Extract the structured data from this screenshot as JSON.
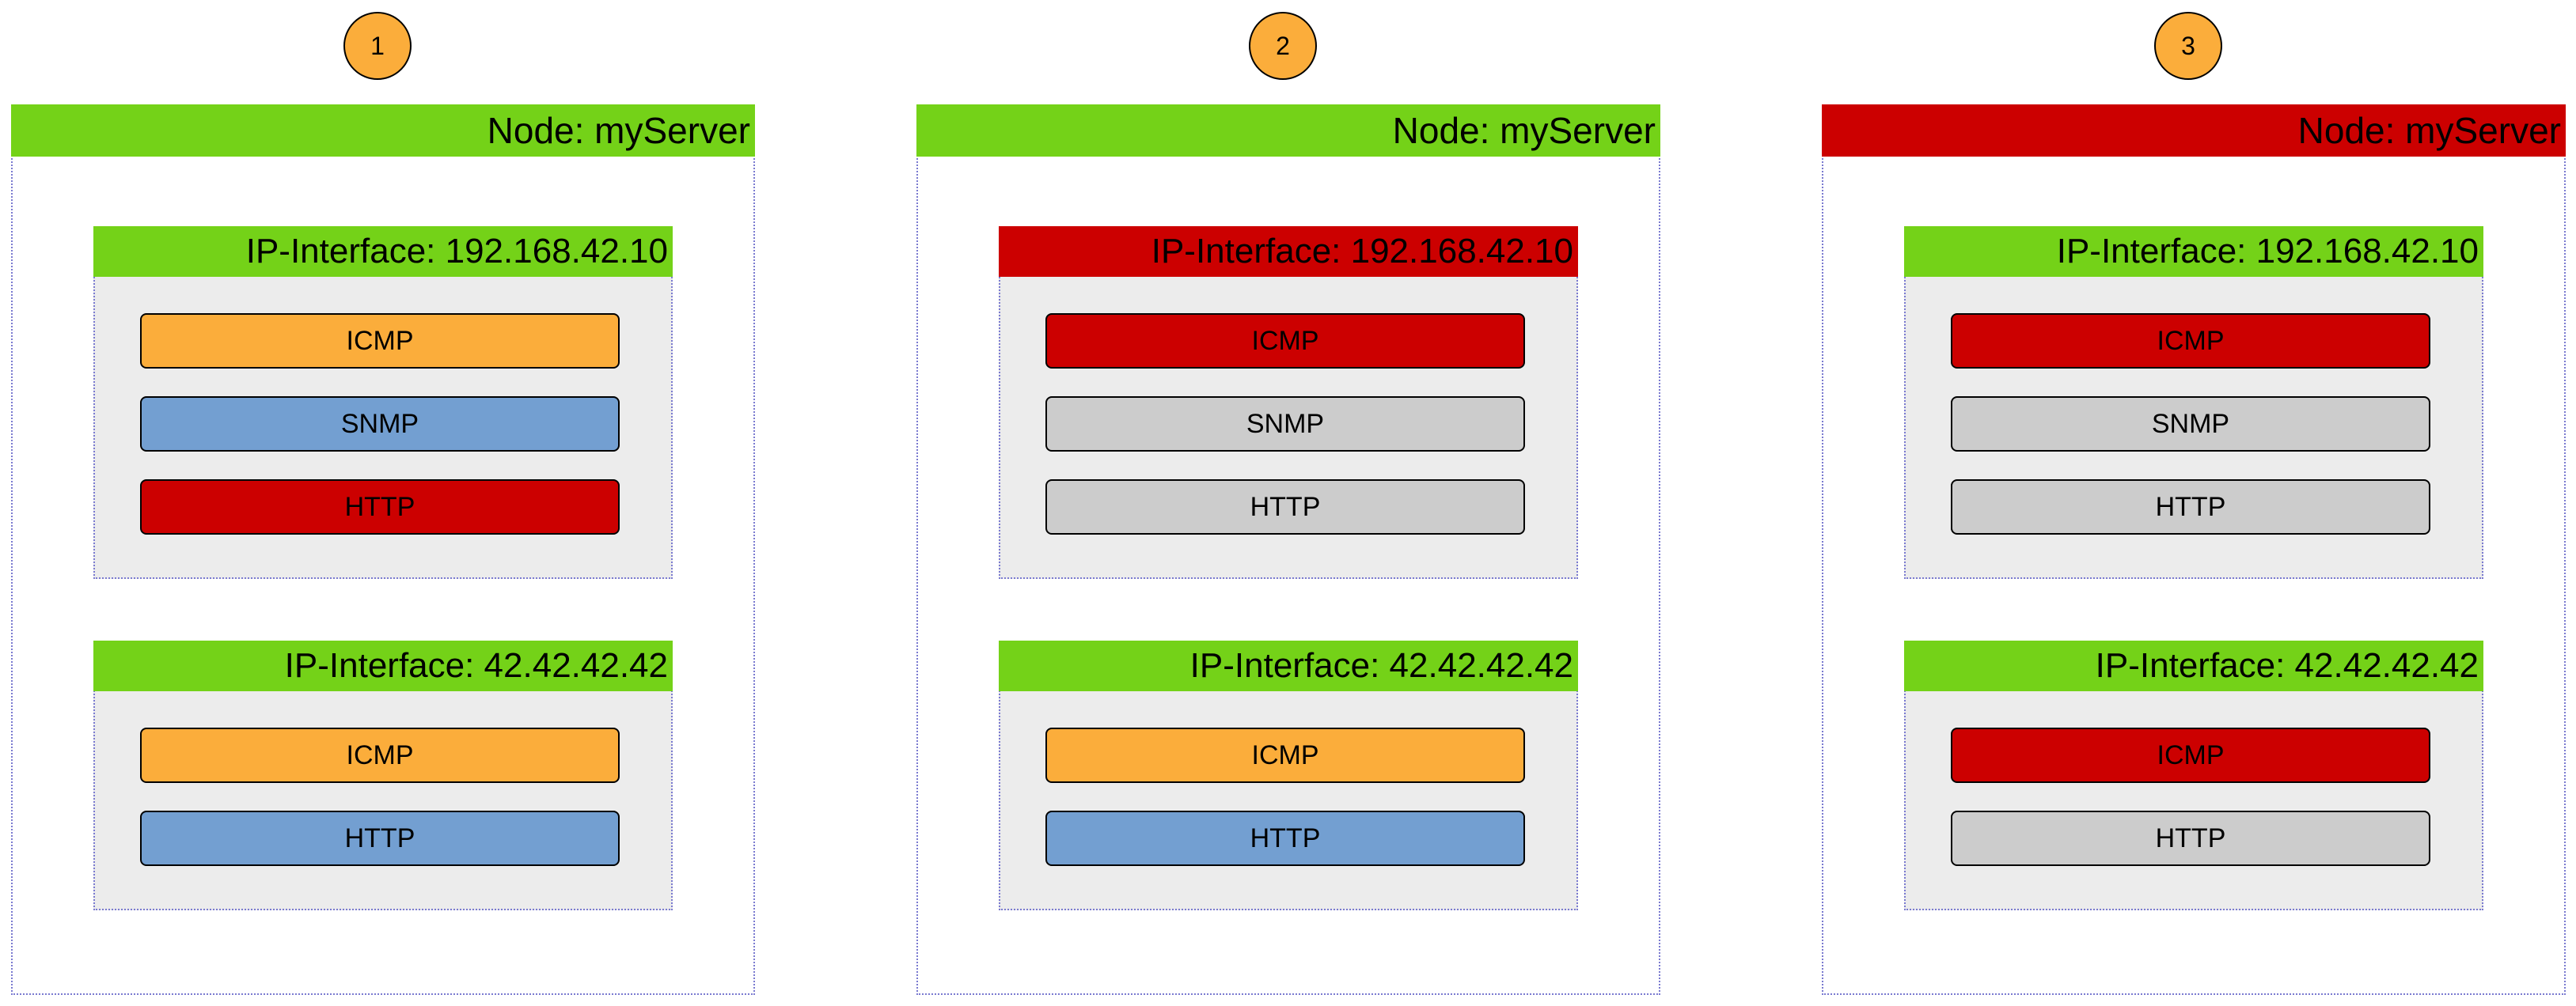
{
  "colors": {
    "up": "#74d218",
    "down": "#cc0000",
    "warning": "#fbad3b",
    "info": "#739fd1",
    "unknown": "#cccccc",
    "circle": "#fbad3b"
  },
  "panels": [
    {
      "step": "1",
      "node": {
        "label": "Node: myServer",
        "status": "up"
      },
      "interfaces": [
        {
          "label": "IP-Interface: 192.168.42.10",
          "status": "up",
          "services": [
            {
              "label": "ICMP",
              "status": "warning"
            },
            {
              "label": "SNMP",
              "status": "info"
            },
            {
              "label": "HTTP",
              "status": "down"
            }
          ]
        },
        {
          "label": "IP-Interface: 42.42.42.42",
          "status": "up",
          "services": [
            {
              "label": "ICMP",
              "status": "warning"
            },
            {
              "label": "HTTP",
              "status": "info"
            }
          ]
        }
      ]
    },
    {
      "step": "2",
      "node": {
        "label": "Node: myServer",
        "status": "up"
      },
      "interfaces": [
        {
          "label": "IP-Interface: 192.168.42.10",
          "status": "down",
          "services": [
            {
              "label": "ICMP",
              "status": "down"
            },
            {
              "label": "SNMP",
              "status": "unknown"
            },
            {
              "label": "HTTP",
              "status": "unknown"
            }
          ]
        },
        {
          "label": "IP-Interface: 42.42.42.42",
          "status": "up",
          "services": [
            {
              "label": "ICMP",
              "status": "warning"
            },
            {
              "label": "HTTP",
              "status": "info"
            }
          ]
        }
      ]
    },
    {
      "step": "3",
      "node": {
        "label": "Node: myServer",
        "status": "down"
      },
      "interfaces": [
        {
          "label": "IP-Interface: 192.168.42.10",
          "status": "up",
          "services": [
            {
              "label": "ICMP",
              "status": "down"
            },
            {
              "label": "SNMP",
              "status": "unknown"
            },
            {
              "label": "HTTP",
              "status": "unknown"
            }
          ]
        },
        {
          "label": "IP-Interface: 42.42.42.42",
          "status": "up",
          "services": [
            {
              "label": "ICMP",
              "status": "down"
            },
            {
              "label": "HTTP",
              "status": "unknown"
            }
          ]
        }
      ]
    }
  ]
}
